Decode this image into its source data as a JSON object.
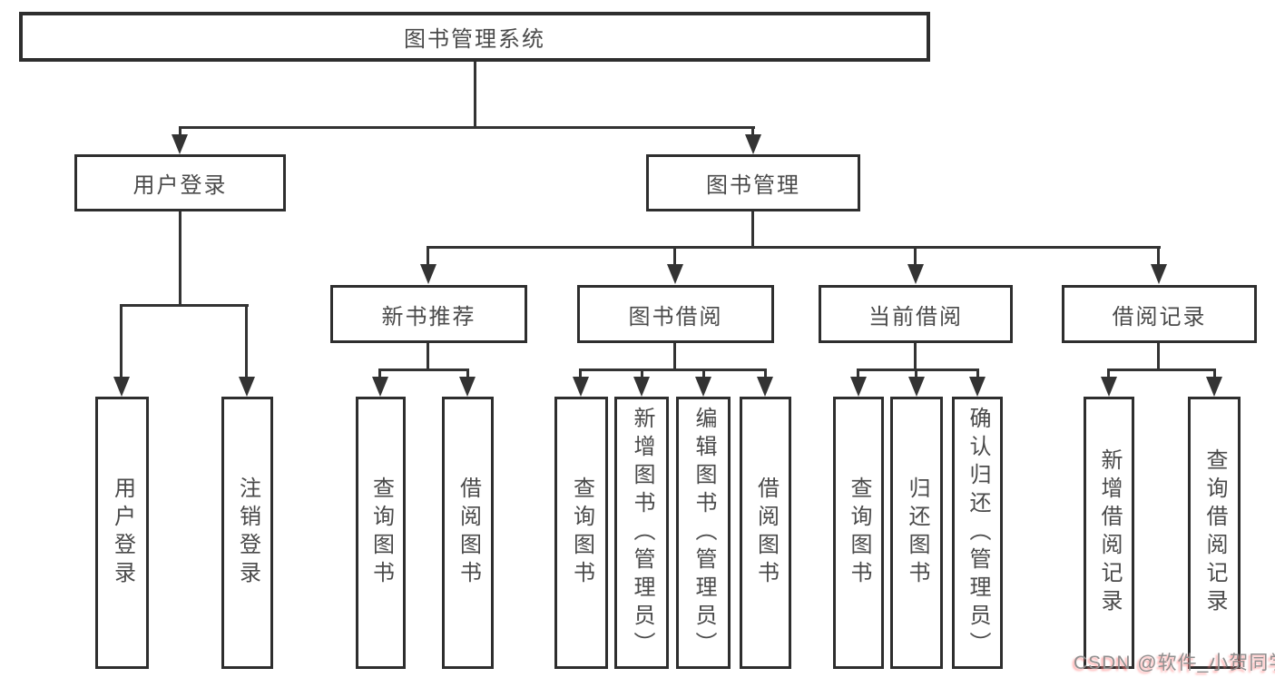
{
  "diagram": {
    "type": "tree",
    "title": "图书管理系统",
    "hierarchy": {
      "图书管理系统": {
        "用户登录": [
          "用户登录",
          "注销登录"
        ],
        "图书管理": {
          "新书推荐": [
            "查询图书",
            "借阅图书"
          ],
          "图书借阅": [
            "查询图书",
            "新增图书（管理员）",
            "编辑图书（管理员）",
            "借阅图书"
          ],
          "当前借阅": [
            "查询图书",
            "归还图书",
            "确认归还（管理员）"
          ],
          "借阅记录": [
            "新增借阅记录",
            "查询借阅记录"
          ]
        }
      }
    }
  },
  "nodes": {
    "root": "图书管理系统",
    "l2_user_login": "用户登录",
    "l2_book_mgmt": "图书管理",
    "l3_new_book": "新书推荐",
    "l3_book_borrow": "图书借阅",
    "l3_current_borrow": "当前借阅",
    "l3_borrow_record": "借阅记录",
    "leaf_user_login": "用户登录",
    "leaf_logout": "注销登录",
    "leaf_nb_query": "查询图书",
    "leaf_nb_borrow": "借阅图书",
    "leaf_bb_query": "查询图书",
    "leaf_bb_add": "新增图书（管理员）",
    "leaf_bb_edit": "编辑图书（管理员）",
    "leaf_bb_borrow": "借阅图书",
    "leaf_cb_query": "查询图书",
    "leaf_cb_return": "归还图书",
    "leaf_cb_confirm": "确认归还（管理员）",
    "leaf_br_add": "新增借阅记录",
    "leaf_br_query": "查询借阅记录"
  },
  "watermark": {
    "text": "CSDN @软件_小贺同学",
    "color": "#8f8f8f",
    "shadow_color": "#ff7878"
  },
  "colors": {
    "box_border": "#2e2e2e",
    "connector": "#333333",
    "text": "#4a4a4a",
    "background": "#ffffff"
  }
}
